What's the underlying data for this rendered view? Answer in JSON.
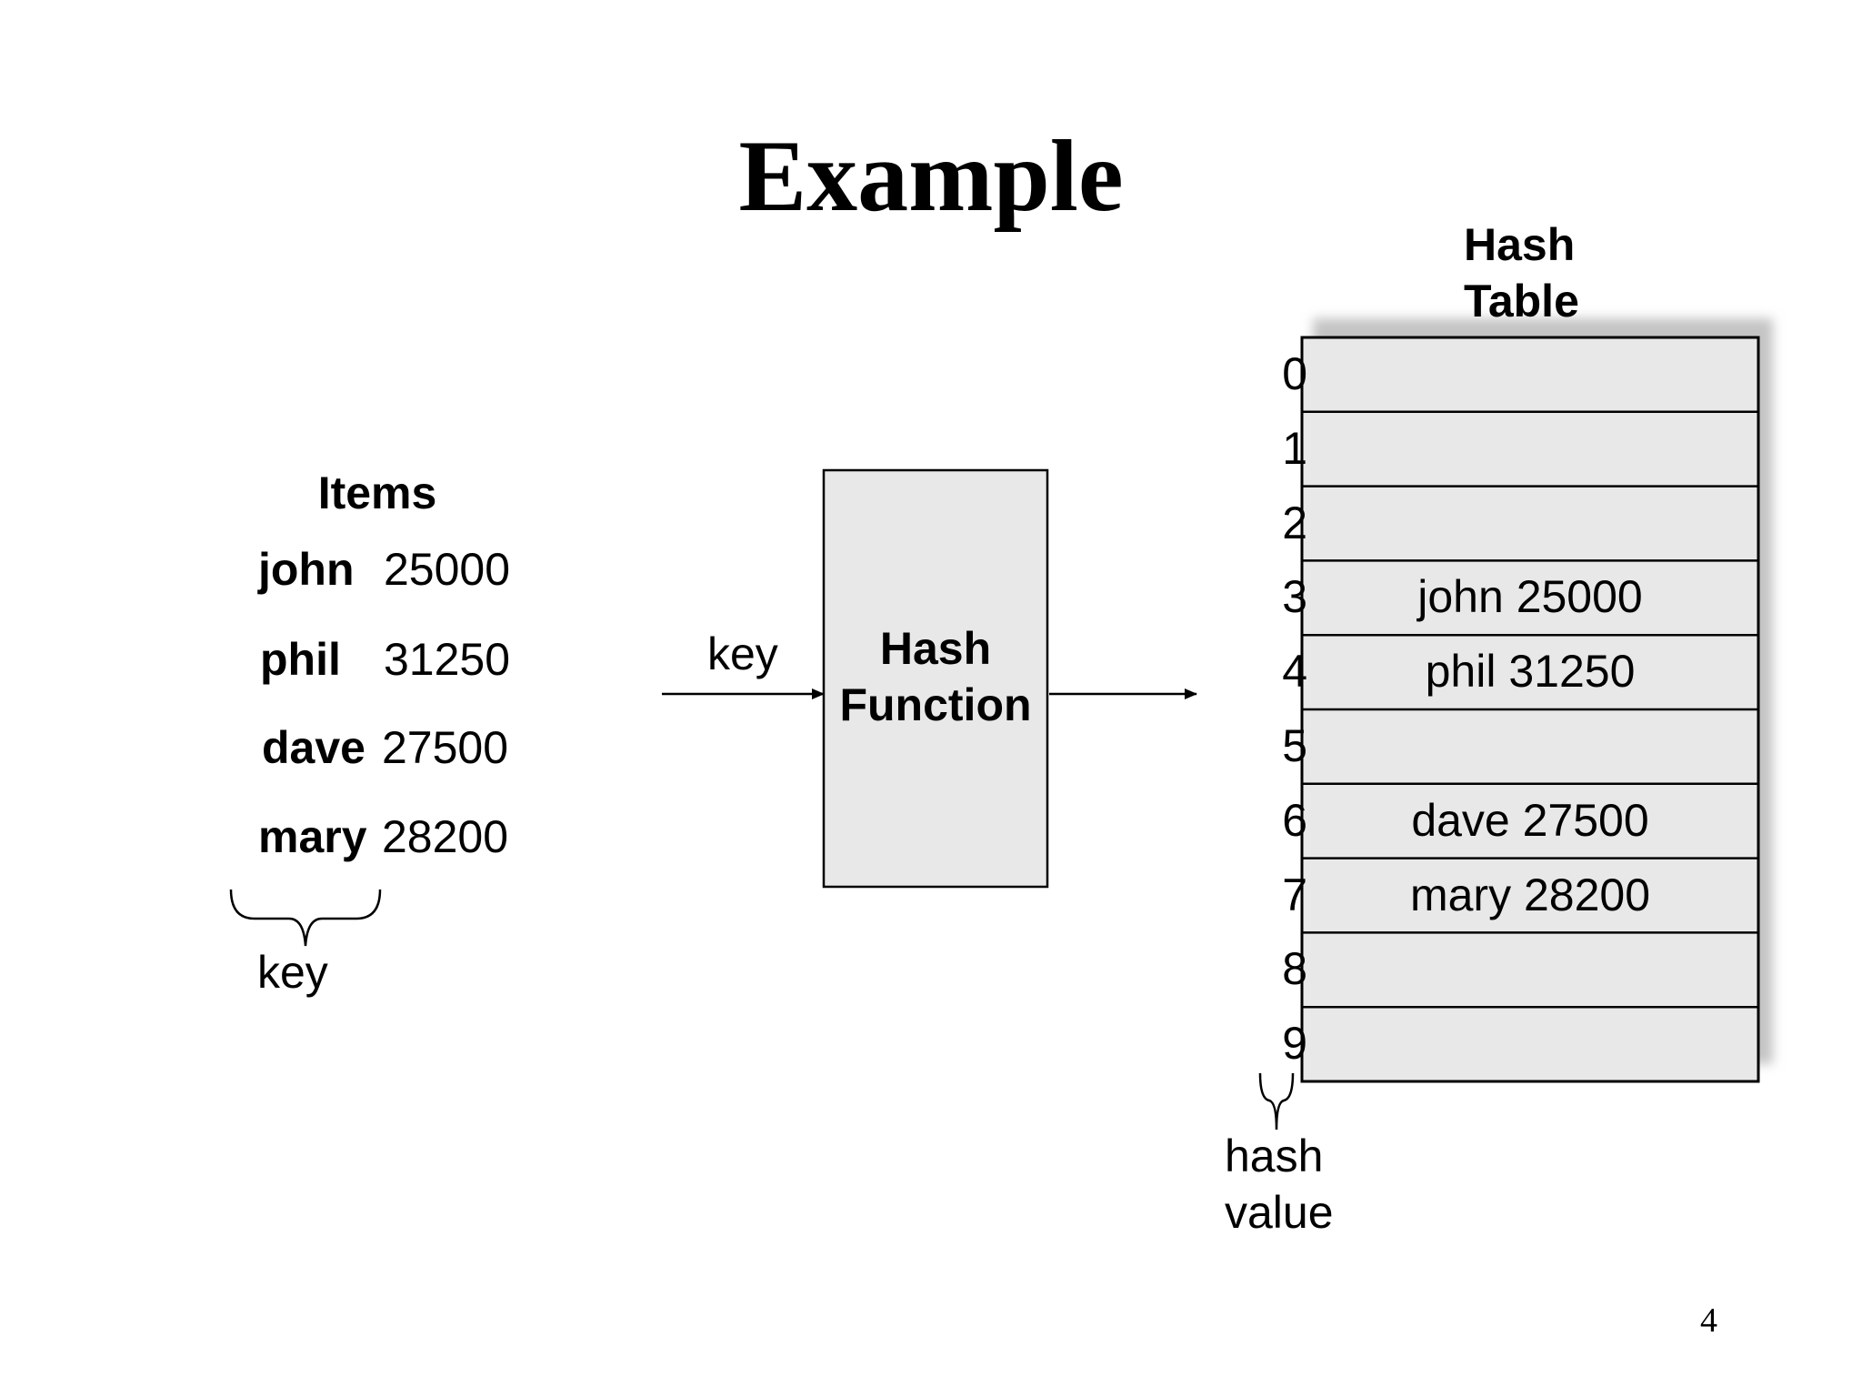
{
  "title": "Example",
  "items": {
    "heading": "Items",
    "rows": [
      {
        "key": "john",
        "value": "25000"
      },
      {
        "key": "phil",
        "value": "31250"
      },
      {
        "key": "dave",
        "value": "27500"
      },
      {
        "key": "mary",
        "value": "28200"
      }
    ],
    "brace_label": "key"
  },
  "hash_function": {
    "line1": "Hash",
    "line2": "Function",
    "input_label": "key"
  },
  "hash_table": {
    "heading_line1": "Hash",
    "heading_line2": "Table",
    "slots": [
      {
        "index": "0",
        "content": ""
      },
      {
        "index": "1",
        "content": ""
      },
      {
        "index": "2",
        "content": ""
      },
      {
        "index": "3",
        "content": "john 25000"
      },
      {
        "index": "4",
        "content": "phil 31250"
      },
      {
        "index": "5",
        "content": ""
      },
      {
        "index": "6",
        "content": "dave 27500"
      },
      {
        "index": "7",
        "content": "mary 28200"
      },
      {
        "index": "8",
        "content": ""
      },
      {
        "index": "9",
        "content": ""
      }
    ],
    "brace_label_line1": "hash",
    "brace_label_line2": "value"
  },
  "page_number": "4",
  "colors": {
    "box_fill": "#e8e8e8",
    "stroke": "#000000",
    "shadow": "#bfbfbf"
  }
}
